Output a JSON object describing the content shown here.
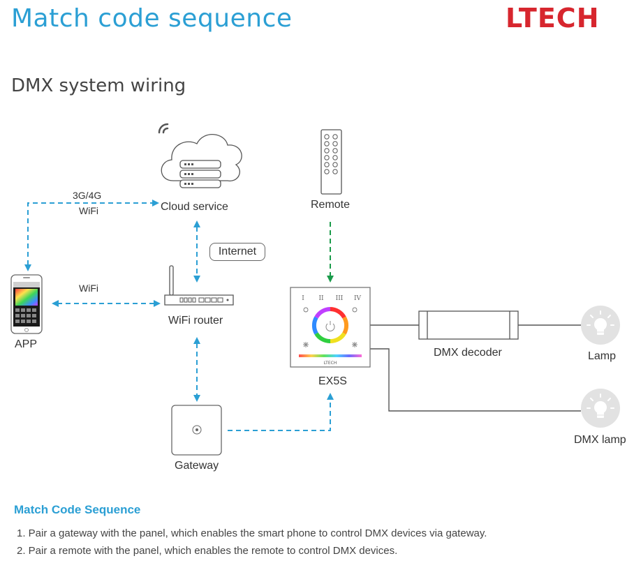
{
  "header": {
    "title": "Match code sequence",
    "logo": "LTECH",
    "section_title": "DMX system wiring"
  },
  "nodes": {
    "cloud": "Cloud service",
    "remote": "Remote",
    "router": "WiFi router",
    "app": "APP",
    "panel": "EX5S",
    "panel_brand": "LTECH",
    "gateway": "Gateway",
    "decoder": "DMX decoder",
    "lamp": "Lamp",
    "dmx_lamp": "DMX lamp"
  },
  "links": {
    "app_cloud_line1": "3G/4G",
    "app_cloud_line2": "WiFi",
    "app_router": "WiFi",
    "internet": "Internet"
  },
  "panel_zones": [
    "I",
    "II",
    "III",
    "IV"
  ],
  "info": {
    "title": "Match Code Sequence",
    "steps": [
      "1. Pair a gateway with the panel, which enables the smart phone to control DMX devices via gateway.",
      "2. Pair a remote  with the panel, which enables the remote to control DMX devices."
    ]
  },
  "colors": {
    "accent_blue": "#2b9fd4",
    "brand_red": "#d7262e",
    "link_green": "#1a9b4a",
    "wire_gray": "#555555"
  }
}
